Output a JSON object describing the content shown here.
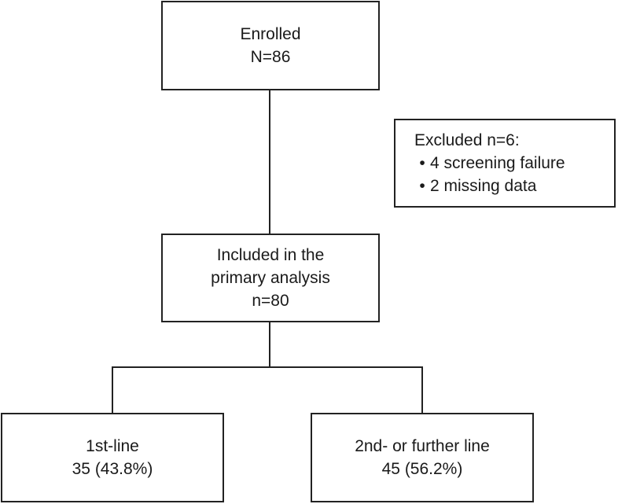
{
  "enrolled": {
    "label": "Enrolled",
    "count": "N=86"
  },
  "excluded": {
    "title": "Excluded n=6:",
    "items": [
      {
        "bullet": "•",
        "text": "4 screening failure"
      },
      {
        "bullet": "•",
        "text": "2 missing data"
      }
    ]
  },
  "included": {
    "line1": "Included in the",
    "line2": "primary analysis",
    "count": "n=80"
  },
  "first_line": {
    "label": "1st-line",
    "count": "35 (43.8%)"
  },
  "second_line": {
    "label": "2nd- or further line",
    "count": "45 (56.2%)"
  }
}
